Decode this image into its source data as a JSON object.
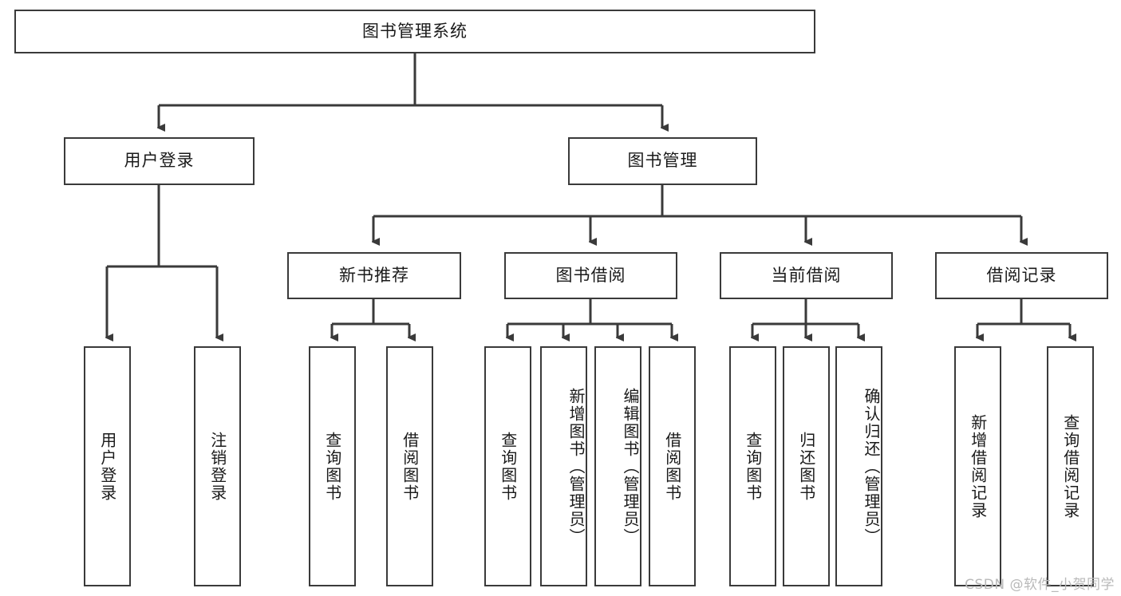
{
  "diagram": {
    "title": "图书管理系统",
    "watermark": "CSDN @软件_小贺同学",
    "line_color": "#3a3a3a",
    "box_fill": "#ffffff",
    "text_color": "#1a1a1a",
    "watermark_color": "#b9b9b9",
    "nodes": {
      "root": "图书管理系统",
      "level2": {
        "user_login": "用户登录",
        "book_manage": "图书管理"
      },
      "level3": {
        "new_book_recommend": "新书推荐",
        "book_borrow": "图书借阅",
        "current_borrow": "当前借阅",
        "borrow_record": "借阅记录"
      },
      "leaves": {
        "user_login_leaf": "用户登录",
        "logout_leaf": "注销登录",
        "query_book_a": "查询图书",
        "borrow_book_a": "借阅图书",
        "query_book_b": "查询图书",
        "add_book_admin": "新增图书（管理员）",
        "edit_book_admin": "编辑图书（管理员）",
        "borrow_book_b": "借阅图书",
        "query_book_c": "查询图书",
        "return_book": "归还图书",
        "confirm_return_admin": "确认归还（管理员）",
        "add_borrow_record": "新增借阅记录",
        "query_borrow_record": "查询借阅记录"
      }
    }
  }
}
